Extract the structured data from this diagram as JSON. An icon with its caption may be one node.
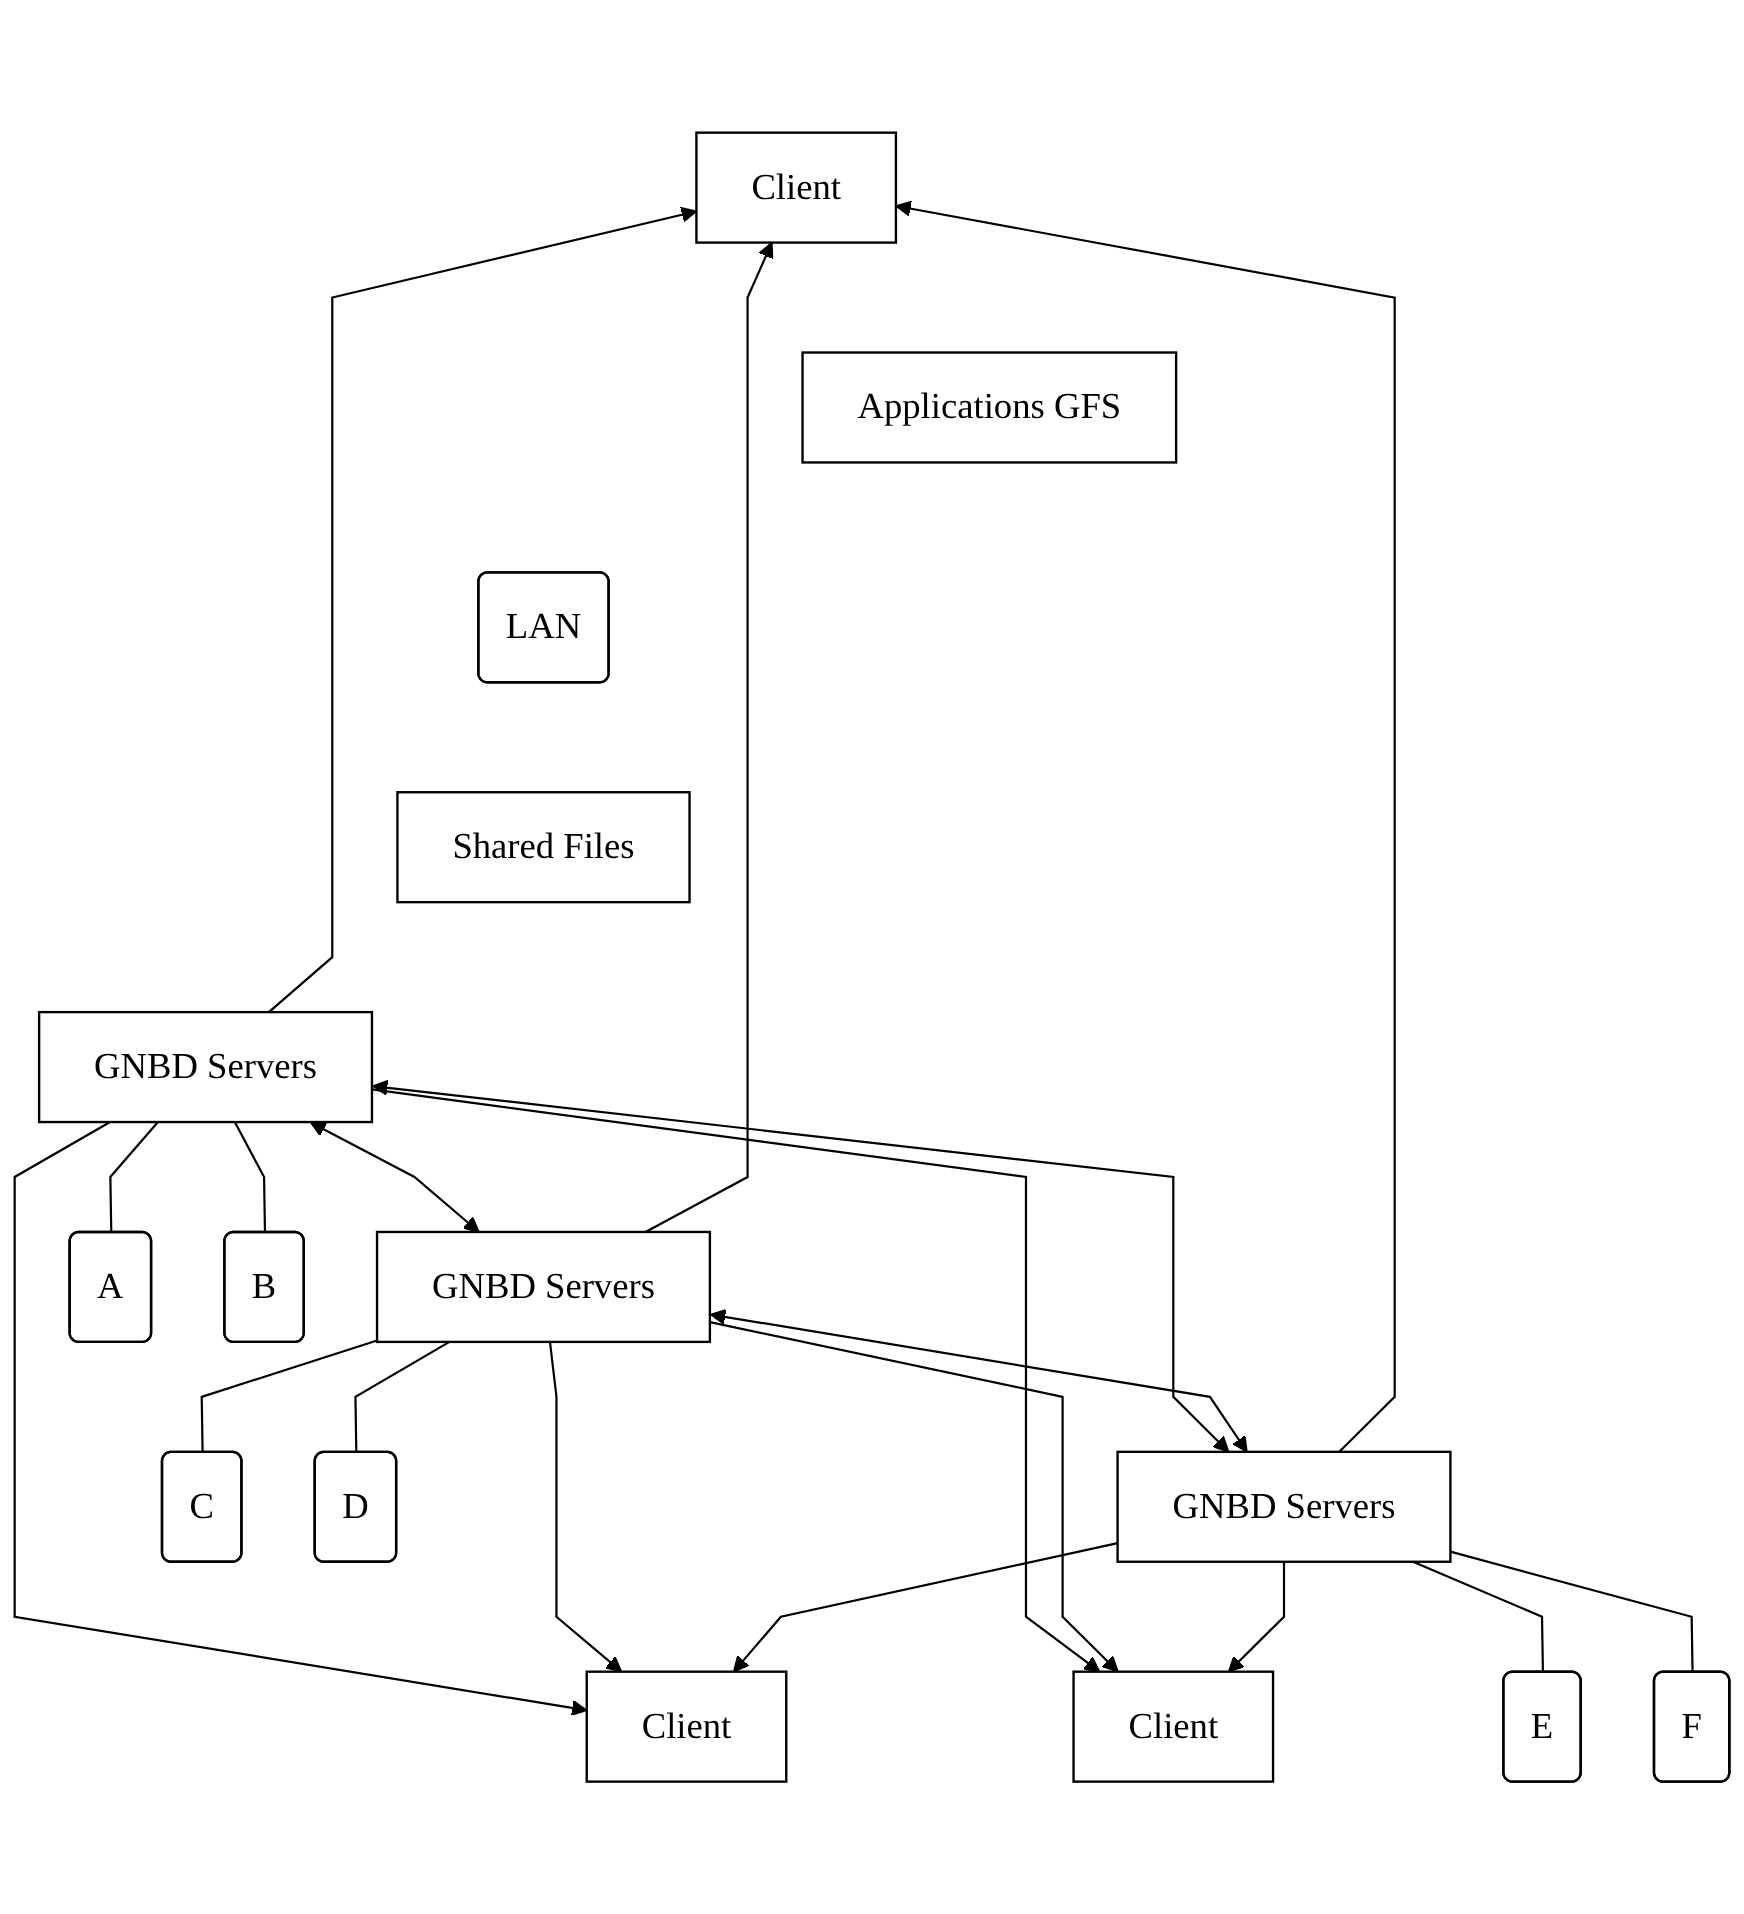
{
  "diagram": {
    "nodes": [
      {
        "text": [
          "Client"
        ]
      },
      {
        "text": [
          "Client"
        ]
      },
      {
        "text": [
          "Client"
        ]
      },
      {
        "text": [
          "Applications GFS"
        ]
      },
      {
        "text": [
          "LAN"
        ]
      },
      {
        "text": [
          "Shared Files"
        ]
      },
      {
        "text": [
          "GNBD Servers"
        ]
      },
      {
        "text": [
          "GNBD Servers"
        ]
      },
      {
        "text": [
          "GNBD Servers"
        ]
      },
      {
        "text": [
          "A"
        ]
      },
      {
        "text": [
          "B"
        ]
      },
      {
        "text": [
          "C"
        ]
      },
      {
        "text": [
          "D"
        ]
      },
      {
        "text": [
          "E"
        ]
      },
      {
        "text": [
          "F"
        ]
      }
    ],
    "edges": [
      {
        "from": 6,
        "to": 0,
        "arrow": "to"
      },
      {
        "from": 6,
        "to": 1,
        "arrow": "to"
      },
      {
        "from": 6,
        "to": 2,
        "arrow": "to"
      },
      {
        "from": 7,
        "to": 0,
        "arrow": "to"
      },
      {
        "from": 7,
        "to": 1,
        "arrow": "to"
      },
      {
        "from": 7,
        "to": 2,
        "arrow": "to"
      },
      {
        "from": 8,
        "to": 0,
        "arrow": "to"
      },
      {
        "from": 8,
        "to": 1,
        "arrow": "to"
      },
      {
        "from": 8,
        "to": 2,
        "arrow": "to"
      },
      {
        "from": 6,
        "to": 8,
        "arrow": "both"
      },
      {
        "from": 6,
        "to": 7,
        "arrow": "both"
      },
      {
        "from": 7,
        "to": 8,
        "arrow": "both"
      },
      {
        "from": 6,
        "to": 9,
        "arrow": "none"
      },
      {
        "from": 6,
        "to": 10,
        "arrow": "none"
      },
      {
        "from": 7,
        "to": 11,
        "arrow": "none"
      },
      {
        "from": 7,
        "to": 12,
        "arrow": "none"
      },
      {
        "from": 8,
        "to": 13,
        "arrow": "none"
      },
      {
        "from": 8,
        "to": 14,
        "arrow": "none"
      }
    ]
  }
}
